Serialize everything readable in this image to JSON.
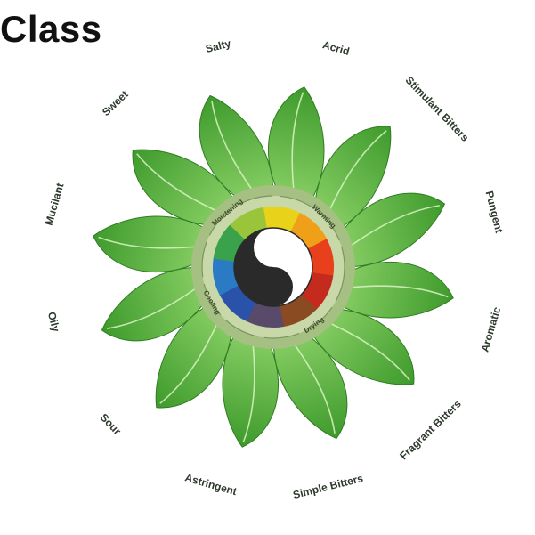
{
  "title": "Class",
  "colors": {
    "leaf_light": "#8fd46a",
    "leaf_dark": "#3e9a2c",
    "leaf_vein": "#d9f2c4",
    "hub_ring": "#a6bf82",
    "hub_inner": "#c8d8a8",
    "yin": "#2a2a2a",
    "yang": "#ffffff"
  },
  "tastes": [
    "Acrid",
    "Stimulant Bitters",
    "Pungent",
    "Aromatic",
    "Fragrant Bitters",
    "Simple Bitters",
    "Astringent",
    "Sour",
    "Oily",
    "Mucilant",
    "Sweet",
    "Salty"
  ],
  "hub": {
    "cycle": [
      "Moistening",
      "Warming",
      "Drying",
      "Cooling"
    ],
    "center_icon": "yin-yang-icon"
  }
}
